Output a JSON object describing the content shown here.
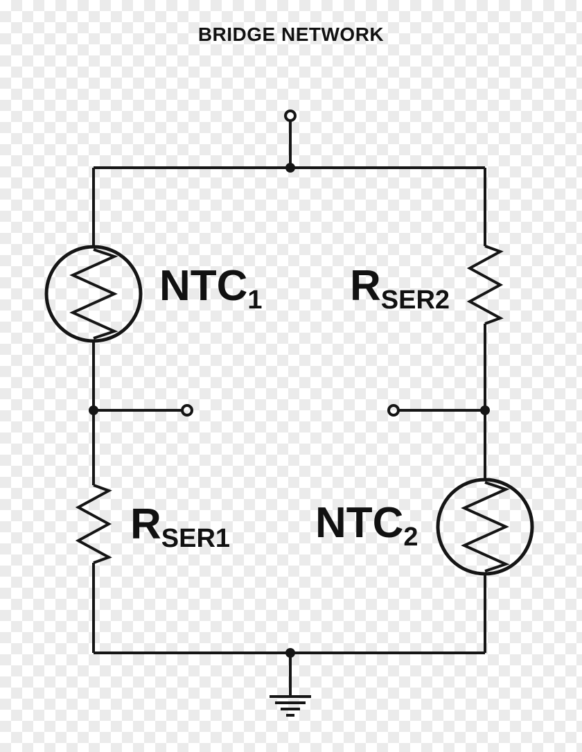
{
  "title": "BRIDGE NETWORK",
  "colors": {
    "line": "#151515",
    "text": "#111111",
    "checker": "#ebebeb",
    "background": "#ffffff"
  },
  "components": {
    "ntc1": {
      "label_main": "NTC",
      "label_sub": "1"
    },
    "rser2": {
      "label_main": "R",
      "label_sub": "SER2"
    },
    "rser1": {
      "label_main": "R",
      "label_sub": "SER1"
    },
    "ntc2": {
      "label_main": "NTC",
      "label_sub": "2"
    }
  }
}
